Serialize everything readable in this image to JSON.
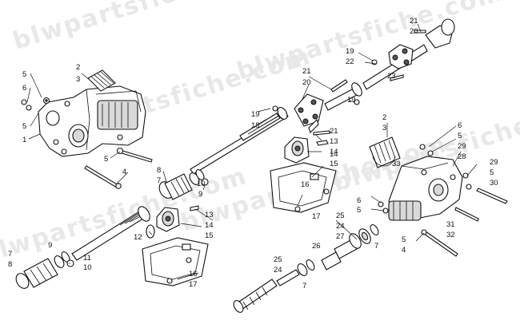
{
  "diagram": {
    "watermark": "blwpartsfiche.com",
    "callouts": [
      {
        "id": "c1",
        "text": "2"
      },
      {
        "id": "c2",
        "text": "3"
      },
      {
        "id": "c3",
        "text": "5"
      },
      {
        "id": "c4",
        "text": "6"
      },
      {
        "id": "c5",
        "text": "5"
      },
      {
        "id": "c6",
        "text": "1"
      },
      {
        "id": "c7",
        "text": "5"
      },
      {
        "id": "c8",
        "text": "4"
      },
      {
        "id": "c9",
        "text": "8"
      },
      {
        "id": "c10",
        "text": "7"
      },
      {
        "id": "c11",
        "text": "10"
      },
      {
        "id": "c12",
        "text": "9"
      },
      {
        "id": "c13",
        "text": "21"
      },
      {
        "id": "c14",
        "text": "20"
      },
      {
        "id": "c15",
        "text": "19"
      },
      {
        "id": "c16",
        "text": "18"
      },
      {
        "id": "c17",
        "text": "19"
      },
      {
        "id": "c18",
        "text": "21"
      },
      {
        "id": "c19",
        "text": "13"
      },
      {
        "id": "c20",
        "text": "14"
      },
      {
        "id": "c21",
        "text": "14"
      },
      {
        "id": "c22",
        "text": "15"
      },
      {
        "id": "c23",
        "text": "16"
      },
      {
        "id": "c24",
        "text": "17"
      },
      {
        "id": "c25",
        "text": "21"
      },
      {
        "id": "c26",
        "text": "20"
      },
      {
        "id": "c27",
        "text": "19"
      },
      {
        "id": "c28",
        "text": "22"
      },
      {
        "id": "c29",
        "text": "23"
      },
      {
        "id": "c30",
        "text": "2"
      },
      {
        "id": "c31",
        "text": "3"
      },
      {
        "id": "c32",
        "text": "6"
      },
      {
        "id": "c33",
        "text": "5"
      },
      {
        "id": "c34",
        "text": "29"
      },
      {
        "id": "c35",
        "text": "28"
      },
      {
        "id": "c36",
        "text": "33"
      },
      {
        "id": "c37",
        "text": "29"
      },
      {
        "id": "c38",
        "text": "5"
      },
      {
        "id": "c39",
        "text": "30"
      },
      {
        "id": "c40",
        "text": "6"
      },
      {
        "id": "c41",
        "text": "5"
      },
      {
        "id": "c42",
        "text": "31"
      },
      {
        "id": "c43",
        "text": "32"
      },
      {
        "id": "c44",
        "text": "5"
      },
      {
        "id": "c45",
        "text": "4"
      },
      {
        "id": "c46",
        "text": "25"
      },
      {
        "id": "c47",
        "text": "24"
      },
      {
        "id": "c48",
        "text": "27"
      },
      {
        "id": "c49",
        "text": "26"
      },
      {
        "id": "c50",
        "text": "7"
      },
      {
        "id": "c51",
        "text": "25"
      },
      {
        "id": "c52",
        "text": "24"
      },
      {
        "id": "c53",
        "text": "7"
      },
      {
        "id": "c54",
        "text": "13"
      },
      {
        "id": "c55",
        "text": "14"
      },
      {
        "id": "c56",
        "text": "15"
      },
      {
        "id": "c57",
        "text": "12"
      },
      {
        "id": "c58",
        "text": "16"
      },
      {
        "id": "c59",
        "text": "17"
      },
      {
        "id": "c60",
        "text": "9"
      },
      {
        "id": "c61",
        "text": "11"
      },
      {
        "id": "c62",
        "text": "10"
      },
      {
        "id": "c63",
        "text": "7"
      },
      {
        "id": "c64",
        "text": "8"
      }
    ]
  }
}
